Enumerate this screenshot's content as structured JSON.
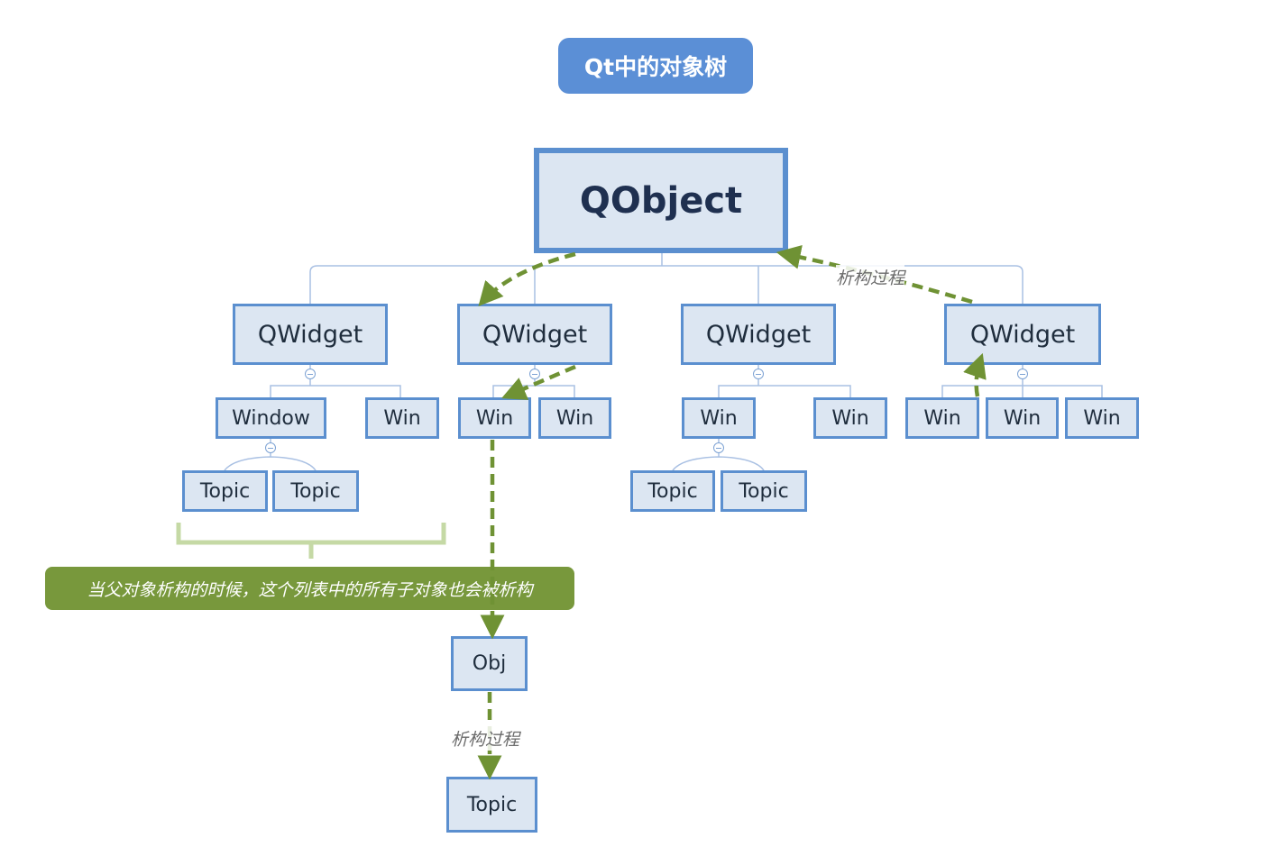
{
  "title": "Qt中的对象树",
  "nodes": {
    "root": "QObject",
    "qwidget": "QWidget",
    "window": "Window",
    "win": "Win",
    "topic": "Topic",
    "obj": "Obj"
  },
  "labels": {
    "destruct_process": "析构过程"
  },
  "note": "当父对象析构的时候，这个列表中的所有子对象也会被析构",
  "colors": {
    "node_fill": "#dce6f2",
    "node_border": "#5b8fcf",
    "title_fill": "#5b8fd6",
    "arrow": "#6f9234",
    "note_fill": "#78983c",
    "bracket": "#c5d9a5"
  }
}
